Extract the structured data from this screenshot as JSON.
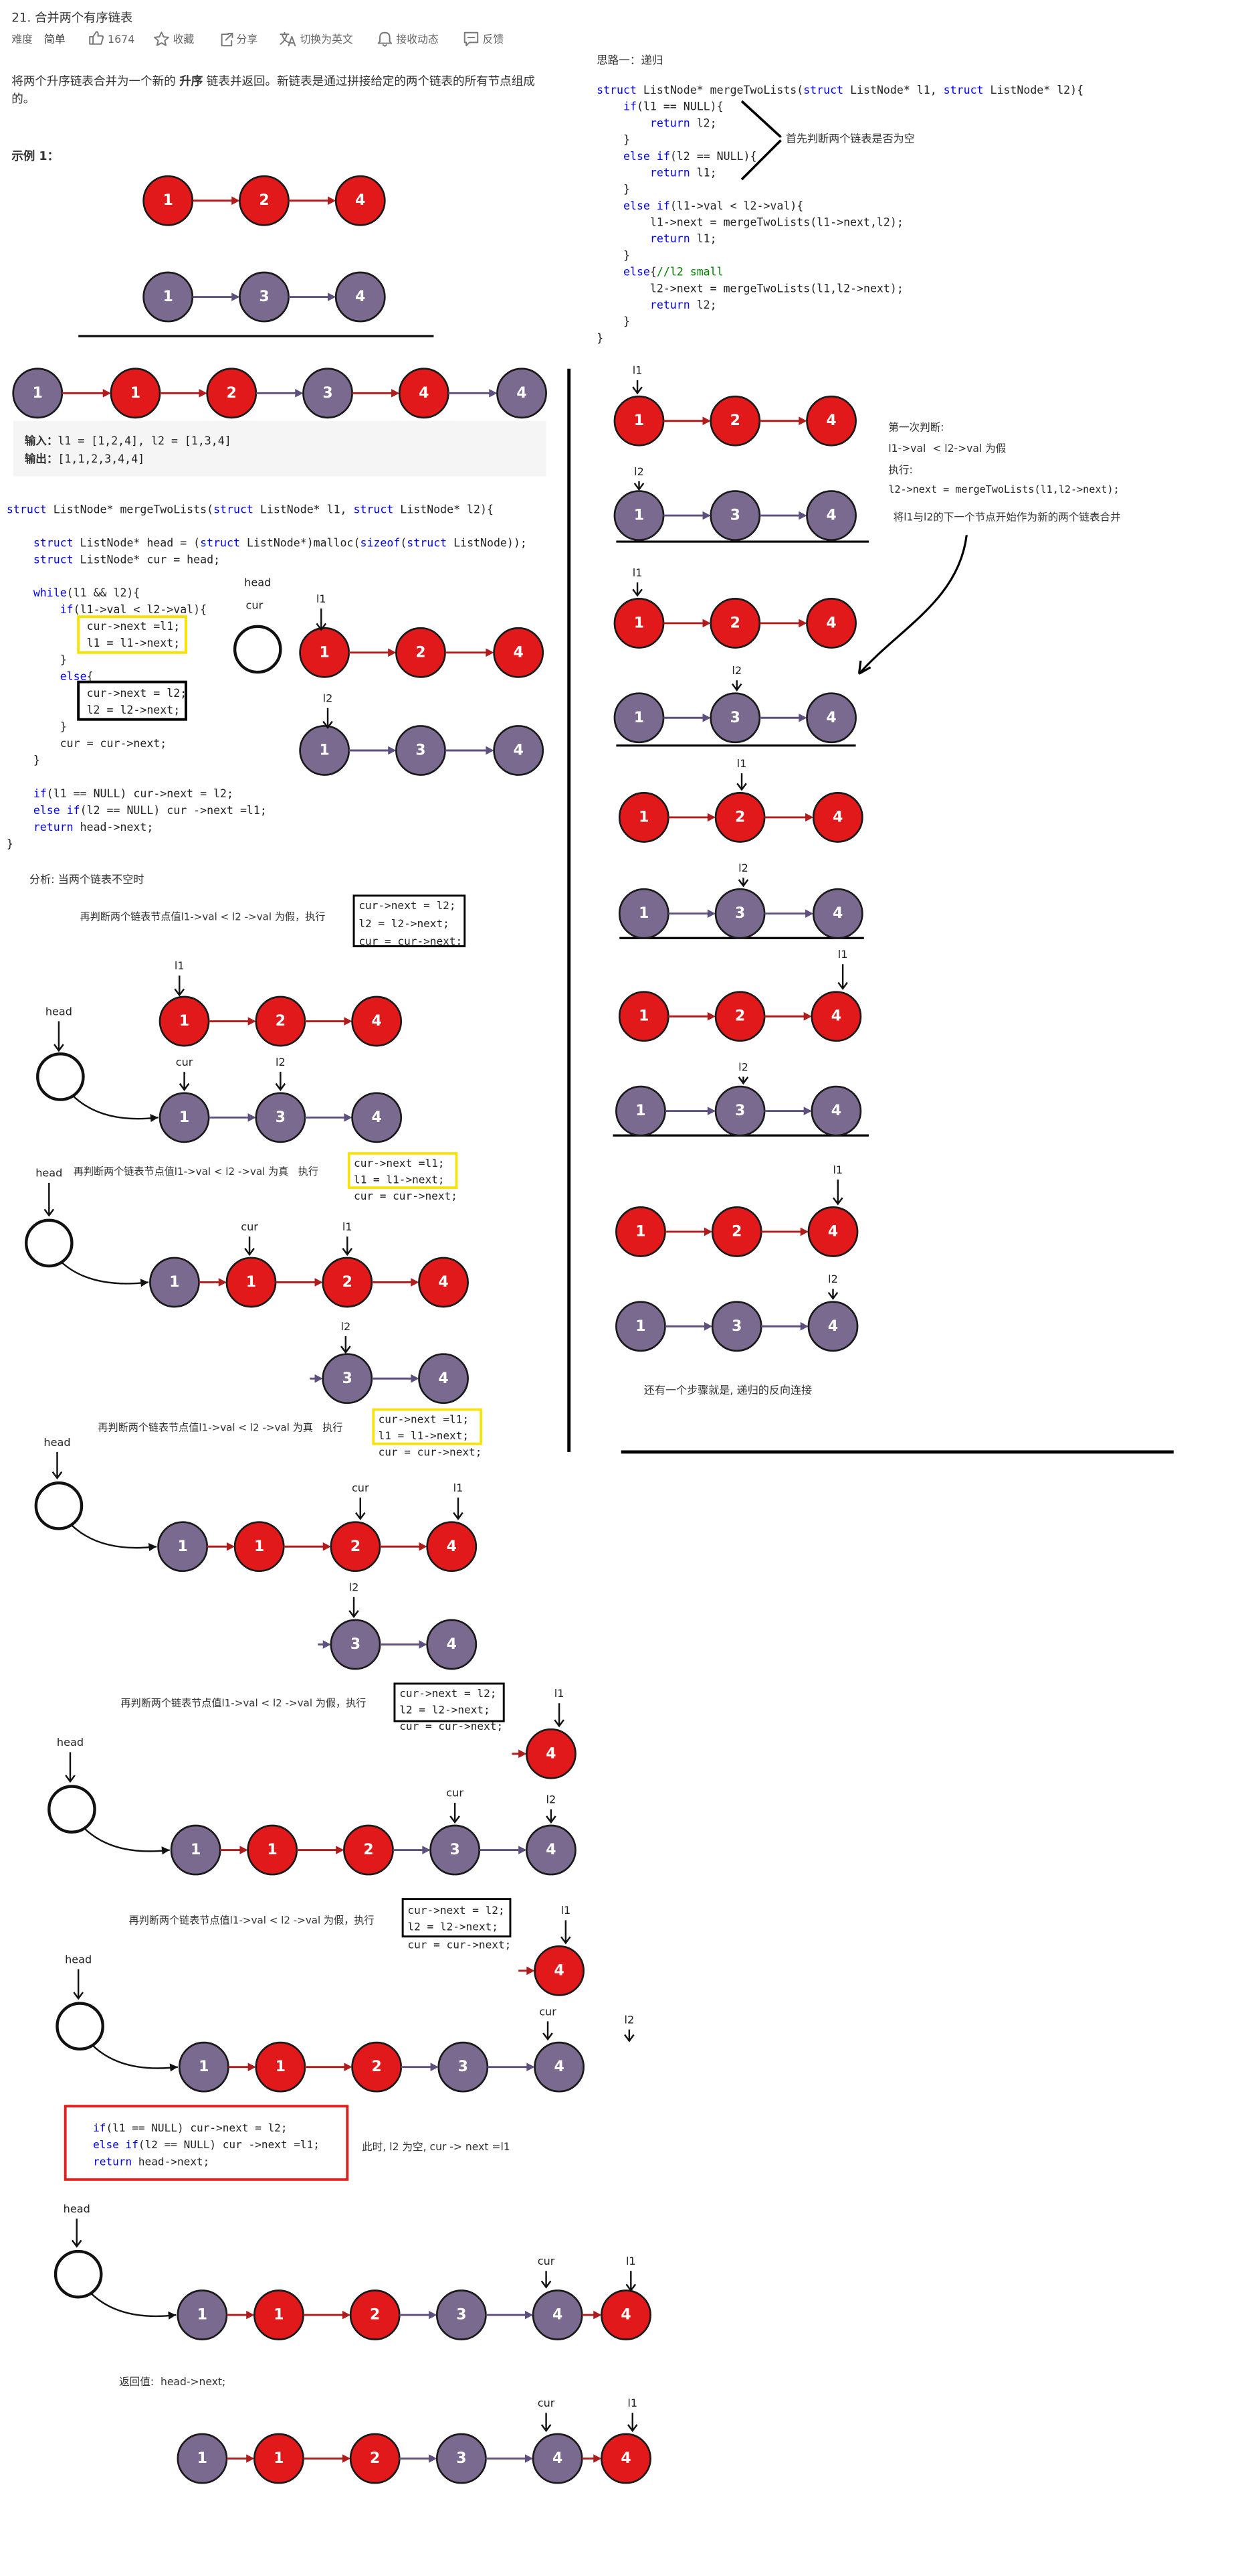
{
  "header": {
    "title": "21. 合并两个有序链表",
    "difficulty_label": "难度",
    "difficulty": "简单",
    "actions": [
      {
        "icon": "thumbs-up-icon",
        "label": "1674"
      },
      {
        "icon": "star-icon",
        "label": "收藏"
      },
      {
        "icon": "share-icon",
        "label": "分享"
      },
      {
        "icon": "translate-icon",
        "label": "切换为英文"
      },
      {
        "icon": "bell-icon",
        "label": "接收动态"
      },
      {
        "icon": "comment-icon",
        "label": "反馈"
      }
    ]
  },
  "description": {
    "line1_a": "将两个升序链表合并为一个新的 ",
    "line1_bold": "升序",
    "line1_b": " 链表并返回。新链表是通过拼接给定的两个链表的所有节点组成",
    "line2": "的。"
  },
  "example": {
    "title": "示例 1：",
    "input_label": "输入：",
    "input": "l1 = [1,2,4], l2 = [1,3,4]",
    "output_label": "输出：",
    "output": "[1,1,2,3,4,4]"
  },
  "colors": {
    "l1_node": "#e2191b",
    "l2_node": "#7b6a90",
    "l1_arrow": "#b01c1c",
    "l2_arrow": "#5e4f7e",
    "node_text": "#ffffff",
    "keyword": "#0000ff",
    "comment": "#008000",
    "difficulty": "#5cb85c",
    "highlight_yellow": "#f7e200",
    "note_red": "#e0201f"
  },
  "iterative": {
    "code": [
      "struct ListNode* mergeTwoLists(struct ListNode* l1, struct ListNode* l2){",
      "",
      "    struct ListNode* head = (struct ListNode*)malloc(sizeof(struct ListNode));",
      "    struct ListNode* cur = head;",
      "",
      "    while(l1 && l2){",
      "        if(l1->val < l2->val){",
      "            cur->next =l1;",
      "            l1 = l1->next;",
      "        }",
      "        else{",
      "            cur->next = l2;",
      "            l2 = l2->next;",
      "        }",
      "        cur = cur->next;",
      "    }",
      "",
      "    if(l1 == NULL) cur->next = l2;",
      "    else if(l2 == NULL) cur ->next =l1;",
      "    return head->next;",
      "}"
    ],
    "analysis": "分析: 当两个链表不空时",
    "steps": [
      {
        "text": "再判断两个链表节点值l1->val < l2 ->val 为假，执行",
        "code": [
          "cur->next = l2;",
          "l2 = l2->next;",
          "cur = cur->next;"
        ]
      },
      {
        "text": "再判断两个链表节点值l1->val < l2 ->val 为真   执行",
        "code": [
          "cur->next =l1;",
          "l1 = l1->next;",
          "cur = cur->next;"
        ]
      },
      {
        "text": "再判断两个链表节点值l1->val < l2 ->val 为真   执行",
        "code": [
          "cur->next =l1;",
          "l1 = l1->next;",
          "cur = cur->next;"
        ]
      },
      {
        "text": "再判断两个链表节点值l1->val < l2 ->val 为假，执行",
        "code": [
          "cur->next = l2;",
          "l2 = l2->next;",
          "cur = cur->next;"
        ]
      },
      {
        "text": "再判断两个链表节点值l1->val < l2 ->val 为假，执行",
        "code": [
          "cur->next = l2;",
          "l2 = l2->next;",
          "cur = cur->next;"
        ]
      }
    ],
    "final_code": [
      "if(l1 == NULL) cur->next = l2;",
      "else if(l2 == NULL) cur ->next =l1;",
      "return head->next;"
    ],
    "final_note": "此时, l2 为空, cur -> next =l1",
    "return_note": "返回值:  head->next;"
  },
  "recursive": {
    "title": "思路一：递归",
    "code": [
      "struct ListNode* mergeTwoLists(struct ListNode* l1, struct ListNode* l2){",
      "    if(l1 == NULL){",
      "        return l2;",
      "    }",
      "    else if(l2 == NULL){",
      "        return l1;",
      "    }",
      "    else if(l1->val < l2->val){",
      "        l1->next = mergeTwoLists(l1->next,l2);",
      "        return l1;",
      "    }",
      "    else{//l2 small",
      "        l2->next = mergeTwoLists(l1,l2->next);",
      "        return l2;",
      "    }",
      "}"
    ],
    "brace_note": "首先判断两个链表是否为空",
    "first_judgement": {
      "title": "第一次判断:",
      "condition": "l1->val  < l2->val 为假",
      "execute_label": "执行:",
      "execute_code": "l2->next = mergeTwoLists(l1,l2->next);",
      "explanation": "将l1与l2的下一个节点开始作为新的两个链表合并"
    },
    "closing_note": "还有一个步骤就是, 递归的反向连接"
  },
  "rows": [
    [
      [
        "1",
        "l1"
      ],
      [
        "2",
        "l1"
      ],
      [
        "4",
        "l1"
      ]
    ],
    [
      [
        "1",
        "l2"
      ],
      [
        "3",
        "l2"
      ],
      [
        "4",
        "l2"
      ]
    ],
    [
      [
        "1",
        "l2"
      ],
      [
        "1",
        "l1"
      ],
      [
        "2",
        "l1"
      ],
      [
        "3",
        "l2"
      ],
      [
        "4",
        "l1"
      ],
      [
        "4",
        "l2"
      ]
    ],
    [
      [
        "1",
        "l1"
      ],
      [
        "2",
        "l1"
      ],
      [
        "4",
        "l1"
      ]
    ],
    [
      [
        "1",
        "l2"
      ],
      [
        "3",
        "l2"
      ],
      [
        "4",
        "l2"
      ]
    ],
    [
      [
        "1",
        "l1"
      ],
      [
        "2",
        "l1"
      ],
      [
        "4",
        "l1"
      ]
    ],
    [
      [
        "1",
        "l2"
      ],
      [
        "3",
        "l2"
      ],
      [
        "4",
        "l2"
      ]
    ],
    [
      [
        "1",
        "l2"
      ],
      [
        "1",
        "l1"
      ],
      [
        "2",
        "l1"
      ],
      [
        "4",
        "l1"
      ]
    ],
    [
      [
        "3",
        "l2"
      ],
      [
        "4",
        "l2"
      ]
    ],
    [
      [
        "1",
        "l2"
      ],
      [
        "1",
        "l1"
      ],
      [
        "2",
        "l1"
      ],
      [
        "4",
        "l1"
      ]
    ],
    [
      [
        "3",
        "l2"
      ],
      [
        "4",
        "l2"
      ]
    ],
    [
      [
        "4",
        "l1"
      ]
    ],
    [
      [
        "1",
        "l2"
      ],
      [
        "1",
        "l1"
      ],
      [
        "2",
        "l1"
      ],
      [
        "3",
        "l2"
      ],
      [
        "4",
        "l2"
      ]
    ],
    [
      [
        "4",
        "l1"
      ]
    ],
    [
      [
        "1",
        "l2"
      ],
      [
        "1",
        "l1"
      ],
      [
        "2",
        "l1"
      ],
      [
        "3",
        "l2"
      ],
      [
        "4",
        "l2"
      ]
    ],
    [
      [
        "1",
        "l2"
      ],
      [
        "1",
        "l1"
      ],
      [
        "2",
        "l1"
      ],
      [
        "3",
        "l2"
      ],
      [
        "4",
        "l2"
      ],
      [
        "4",
        "l1"
      ]
    ],
    [
      [
        "1",
        "l2"
      ],
      [
        "1",
        "l1"
      ],
      [
        "2",
        "l1"
      ],
      [
        "3",
        "l2"
      ],
      [
        "4",
        "l2"
      ],
      [
        "4",
        "l1"
      ]
    ],
    [
      [
        "1",
        "l1"
      ],
      [
        "2",
        "l1"
      ],
      [
        "4",
        "l1"
      ]
    ],
    [
      [
        "1",
        "l2"
      ],
      [
        "3",
        "l2"
      ],
      [
        "4",
        "l2"
      ]
    ],
    [
      [
        "1",
        "l1"
      ],
      [
        "2",
        "l1"
      ],
      [
        "4",
        "l1"
      ]
    ],
    [
      [
        "1",
        "l2"
      ],
      [
        "3",
        "l2"
      ],
      [
        "4",
        "l2"
      ]
    ],
    [
      [
        "1",
        "l1"
      ],
      [
        "2",
        "l1"
      ],
      [
        "4",
        "l1"
      ]
    ],
    [
      [
        "1",
        "l2"
      ],
      [
        "3",
        "l2"
      ],
      [
        "4",
        "l2"
      ]
    ],
    [
      [
        "1",
        "l1"
      ],
      [
        "2",
        "l1"
      ],
      [
        "4",
        "l1"
      ]
    ],
    [
      [
        "1",
        "l2"
      ],
      [
        "3",
        "l2"
      ],
      [
        "4",
        "l2"
      ]
    ],
    [
      [
        "1",
        "l1"
      ],
      [
        "2",
        "l1"
      ],
      [
        "4",
        "l1"
      ]
    ],
    [
      [
        "1",
        "l2"
      ],
      [
        "3",
        "l2"
      ],
      [
        "4",
        "l2"
      ]
    ]
  ],
  "pointers": [
    "head",
    "cur",
    "l1",
    "l2",
    "l1",
    "head",
    "cur",
    "l2",
    "head",
    "cur",
    "l1",
    "l2",
    "head",
    "cur",
    "l1",
    "l2",
    "l1",
    "head",
    "cur",
    "l2",
    "l1",
    "head",
    "cur",
    "l2",
    "head",
    "cur",
    "l1",
    "cur",
    "l1",
    "l1",
    "l2",
    "l1",
    "l2",
    "l1",
    "l2",
    "l1",
    "l2",
    "l1",
    "l2"
  ]
}
